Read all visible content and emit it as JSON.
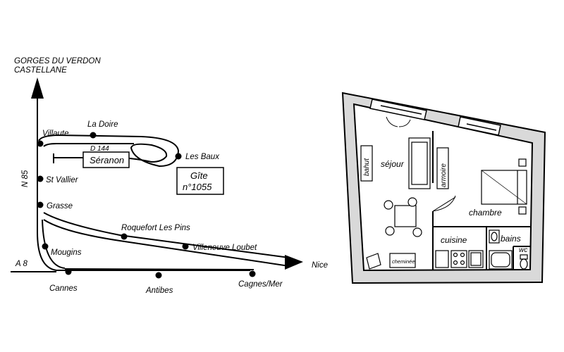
{
  "map": {
    "destination_north_line1": "GORGES DU VERDON",
    "destination_north_line2": "CASTELLANE",
    "road_north": "N 85",
    "road_west": "A 8",
    "road_d144": "D 144",
    "destination_east": "Nice",
    "towns": {
      "villaute": "Villaute",
      "la_doire": "La Doire",
      "les_baux": "Les Baux",
      "st_vallier": "St Vallier",
      "grasse": "Grasse",
      "roquefort": "Roquefort Les Pins",
      "villeneuve": "Villeneuve Loubet",
      "mougins": "Mougins",
      "cannes": "Cannes",
      "antibes": "Antibes",
      "cagnes": "Cagnes/Mer"
    },
    "seranon_label": "Séranon",
    "gite_line1": "Gîte",
    "gite_line2": "n°1055"
  },
  "plan": {
    "rooms": {
      "sejour": "séjour",
      "chambre": "chambre",
      "cuisine": "cuisine",
      "bains": "bains",
      "wc": "wc"
    },
    "furniture": {
      "bahut": "bahut",
      "armoire": "armoire",
      "cheminee": "cheminée"
    }
  }
}
